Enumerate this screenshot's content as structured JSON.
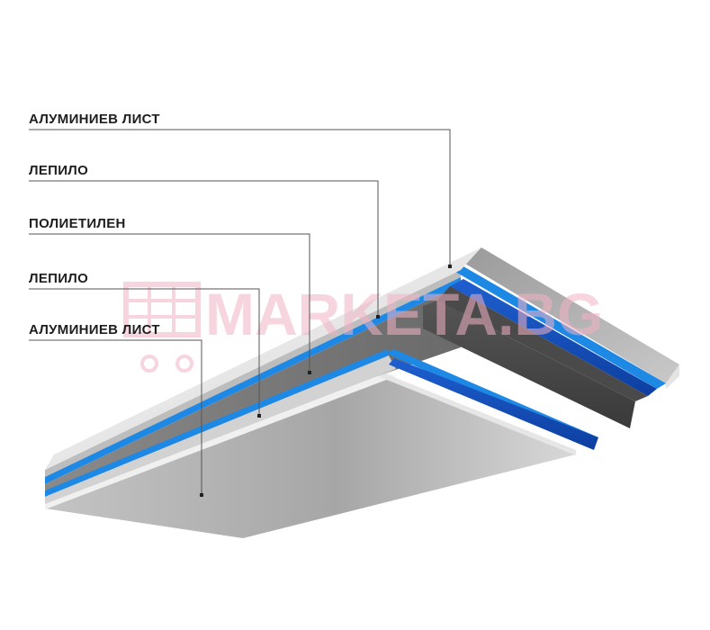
{
  "labels": [
    "АЛУМИНИЕВ ЛИСТ",
    "ЛЕПИЛО",
    "ПОЛИЕТИЛЕН",
    "ЛЕПИЛО",
    "АЛУМИНИЕВ ЛИСТ"
  ],
  "watermark": {
    "text": "MARKETA.BG",
    "icon": "shopping-cart-icon"
  },
  "colors": {
    "label_text": "#1e1e1e",
    "leader_line": "#555555",
    "aluminium": "#c9c9c9",
    "adhesive_blue": "#1e88e5",
    "adhesive_dark_blue": "#0d47a1",
    "polyethylene": "#5a5a5a",
    "watermark": "#f2b3c4"
  }
}
